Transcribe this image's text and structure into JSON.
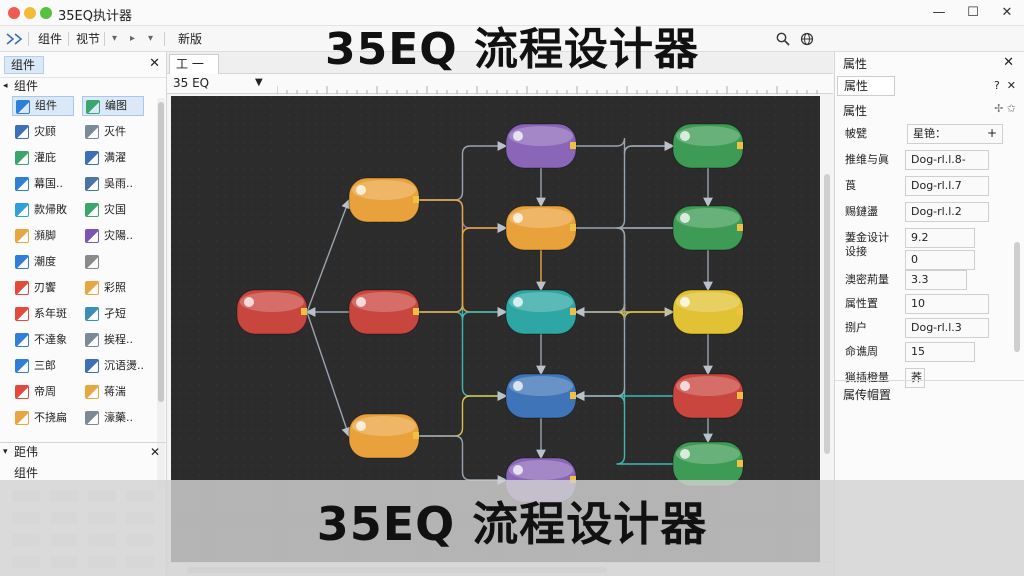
{
  "window": {
    "title": "35EQ执计器",
    "controls": [
      "—",
      "☐",
      "✕"
    ]
  },
  "overlay": {
    "top_title": "35EQ 流程设计器",
    "bottom_title": "35EQ 流程设计器"
  },
  "toolbar": {
    "items": [
      "组件",
      "视节",
      "新版"
    ],
    "arrows": [
      "▾",
      "▸",
      "▾"
    ]
  },
  "left_panel": {
    "tab": "组件",
    "header": "组件",
    "items": [
      {
        "label": "组件",
        "color": "#2f7fd8"
      },
      {
        "label": "编图",
        "color": "#3aa66b"
      },
      {
        "label": "灾顾",
        "color": "#3b6fb6"
      },
      {
        "label": "灭件",
        "color": "#7a8a96"
      },
      {
        "label": "灌庇",
        "color": "#3aa66b"
      },
      {
        "label": "满濯",
        "color": "#3b6fb6"
      },
      {
        "label": "幕国..",
        "color": "#2f7fd8"
      },
      {
        "label": "吳雨..",
        "color": "#4a74a8"
      },
      {
        "label": "款帰敗",
        "color": "#2fa0d8"
      },
      {
        "label": "灾国",
        "color": "#3aa66b"
      },
      {
        "label": "瀕脚",
        "color": "#e8a640"
      },
      {
        "label": "灾陽..",
        "color": "#7a55b6"
      },
      {
        "label": "潮度",
        "color": "#2f7fd8"
      },
      {
        "label": "",
        "color": "#8a8a8a"
      },
      {
        "label": "刃饗",
        "color": "#e24b3b"
      },
      {
        "label": "彩照",
        "color": "#e8a640"
      },
      {
        "label": "系年斑",
        "color": "#e24b3b"
      },
      {
        "label": "孑短",
        "color": "#3b8fb6"
      },
      {
        "label": "不達象",
        "color": "#2f7fd8"
      },
      {
        "label": "挨程..",
        "color": "#7a8a96"
      },
      {
        "label": "三郎",
        "color": "#2f7fd8"
      },
      {
        "label": "沉语燙..",
        "color": "#3b6fb6"
      },
      {
        "label": "帝周",
        "color": "#e24b3b"
      },
      {
        "label": "蒋湍",
        "color": "#e8a640"
      },
      {
        "label": "不挠扁",
        "color": "#e8a640"
      },
      {
        "label": "濠藥..",
        "color": "#7a8a96"
      }
    ],
    "section2_header": "距伟",
    "section2_sub": "组件"
  },
  "document": {
    "tab": "工 一 部",
    "ruler_label": "35 EQ"
  },
  "right_panel": {
    "title": "属性",
    "tab": "属性",
    "section": "属性",
    "properties": [
      {
        "label": "帔甓",
        "value": "星铯：",
        "has_plus": true
      },
      {
        "label": "推维与眞",
        "value": "Dog-rl.l.8-"
      },
      {
        "label": "莨",
        "value": "Dog-rl.l.7"
      },
      {
        "label": "赐鏈盪",
        "value": "Dog-rl.l.2"
      },
      {
        "label": "萋金设计\n设接",
        "value": "9.2"
      },
      {
        "label": "",
        "value": "0"
      },
      {
        "label": "澳密荊量",
        "value": "3.3"
      },
      {
        "label": "属性置",
        "value": "10"
      },
      {
        "label": "捌户",
        "value": "Dog-rl.l.3"
      },
      {
        "label": "命谯周",
        "value": "15"
      },
      {
        "label": "猟插橙量",
        "value": "荞"
      }
    ],
    "footer": "属传帽置"
  },
  "diagram": {
    "node_colors": {
      "red": "#c9463f",
      "orange": "#e9a23b",
      "purple": "#8b66b8",
      "teal": "#2ea7a4",
      "blue": "#3f74b8",
      "green": "#3e9b55",
      "yellow": "#e2c235"
    },
    "connector_colors": {
      "gray": "#9aa4ae",
      "orange": "#e8a640",
      "purple": "#8c74c9",
      "teal": "#3fb6b0",
      "yellow": "#d8c14a"
    }
  }
}
